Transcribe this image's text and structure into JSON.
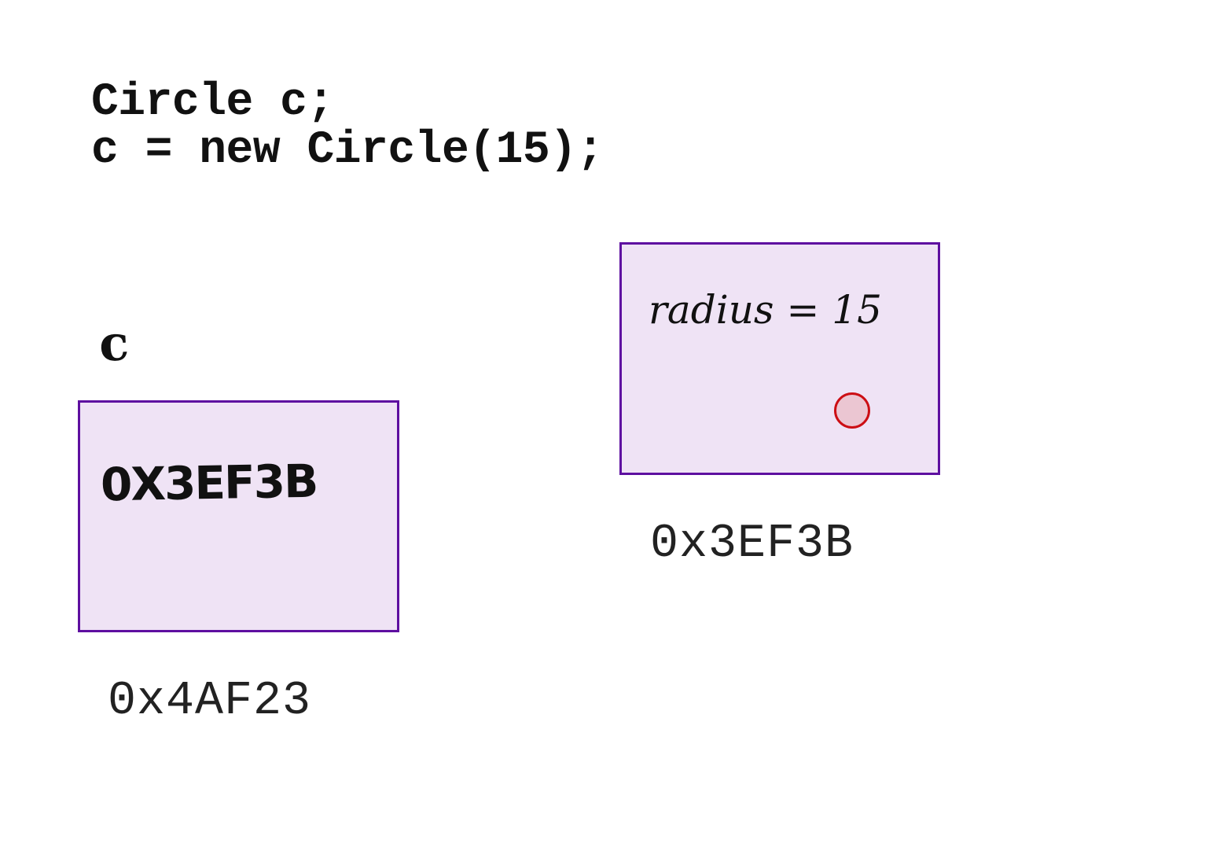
{
  "code": {
    "lines": [
      "Circle c;",
      "c = new Circle(15);"
    ]
  },
  "variable": {
    "name": "c",
    "value": "0X3EF3B",
    "address": "0x4AF23"
  },
  "object": {
    "field": "radius = 15",
    "address": "0x3EF3B"
  },
  "colors": {
    "box_fill": "#efe3f5",
    "box_border": "#5e0fa0",
    "dot_fill": "#ebc6d2",
    "dot_border": "#cc0e14"
  }
}
